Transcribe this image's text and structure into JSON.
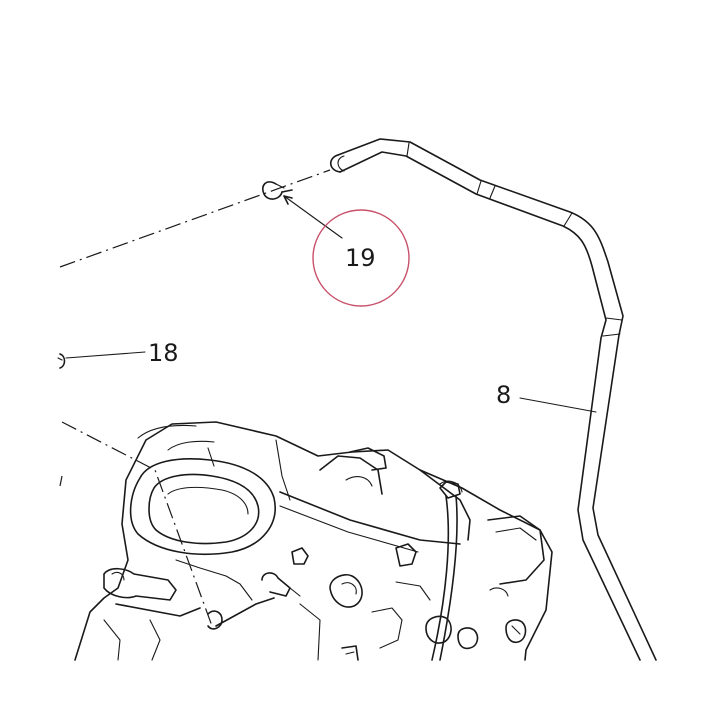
{
  "callouts": {
    "hose": "8",
    "plug": "18",
    "clamp": "19"
  },
  "colors": {
    "line": "#1a1a1a",
    "highlight_circle": "#c8506a",
    "background": "#ffffff"
  }
}
